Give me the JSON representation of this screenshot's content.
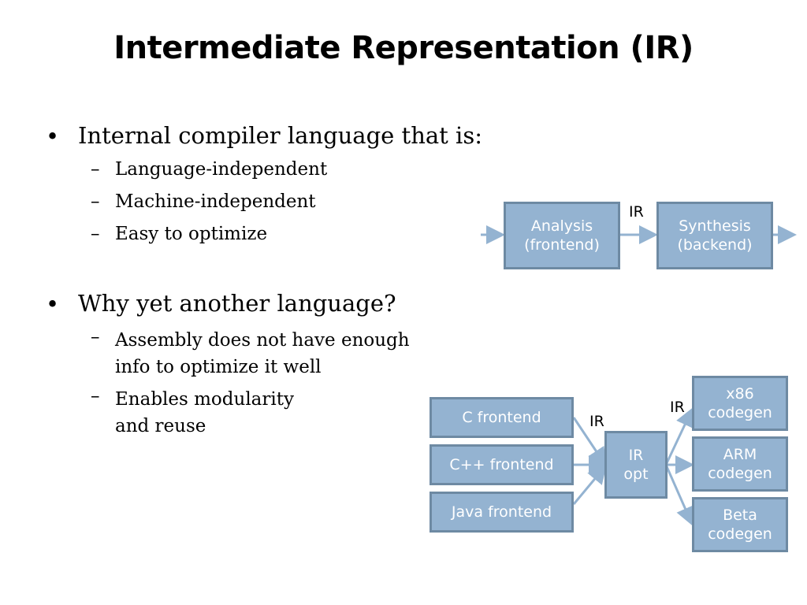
{
  "title": "Intermediate Representation (IR)",
  "bullets": [
    {
      "text": "Internal compiler language that is:",
      "sub": [
        "Language-independent",
        "Machine-independent",
        "Easy to optimize"
      ]
    },
    {
      "text": "Why yet another language?",
      "sub": [
        "Assembly does not have enough\ninfo to optimize it well",
        "Enables modularity\nand reuse"
      ]
    }
  ],
  "bullet_glyph": "•",
  "dash_glyph": "–",
  "diagram1": {
    "boxes": [
      "Analysis\n(frontend)",
      "Synthesis\n(backend)"
    ],
    "edge_label": "IR"
  },
  "diagram2": {
    "frontends": [
      "C frontend",
      "C++ frontend",
      "Java frontend"
    ],
    "optimizer": "IR\nopt",
    "backends": [
      "x86\ncodegen",
      "ARM\ncodegen",
      "Beta\ncodegen"
    ],
    "edge_label_in": "IR",
    "edge_label_out": "IR"
  },
  "colors": {
    "box_fill": "#94b3d1",
    "box_border": "#6e8aa3",
    "arrow": "#94b3d1"
  }
}
